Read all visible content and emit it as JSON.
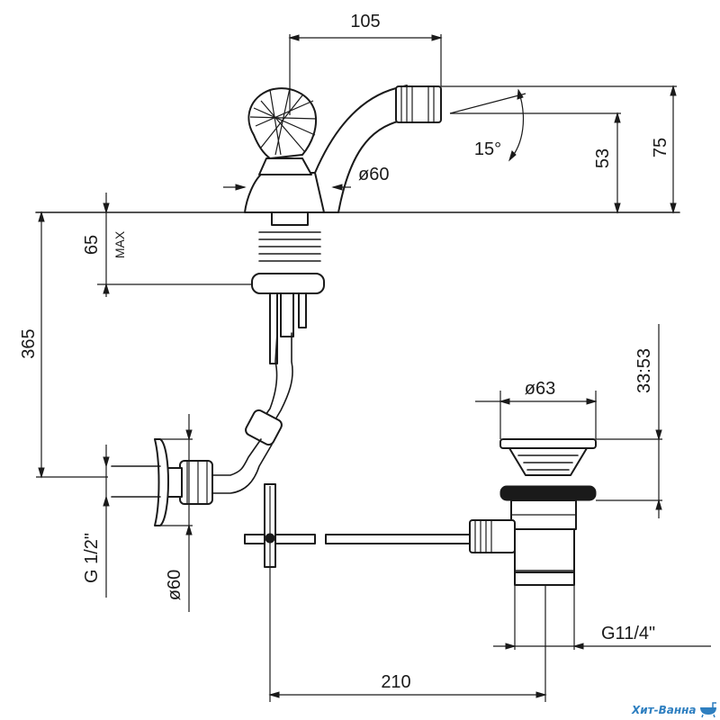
{
  "dimensions": {
    "spout_width": "105",
    "spout_height": "53",
    "total_height": "75",
    "spray_angle": "15°",
    "base_diameter": "ø60",
    "deck_thickness": "65",
    "deck_max": "MAX",
    "supply_length": "365",
    "supply_thread": "G 1/2\"",
    "supply_escutcheon": "ø60",
    "waste_diameter": "ø63",
    "waste_range": "33:53",
    "waste_thread": "G11/4\"",
    "rod_length": "210"
  },
  "watermark": {
    "text": "Хит-Ванна",
    "icon": "bathtub-icon",
    "color": "#2e7fc0"
  }
}
